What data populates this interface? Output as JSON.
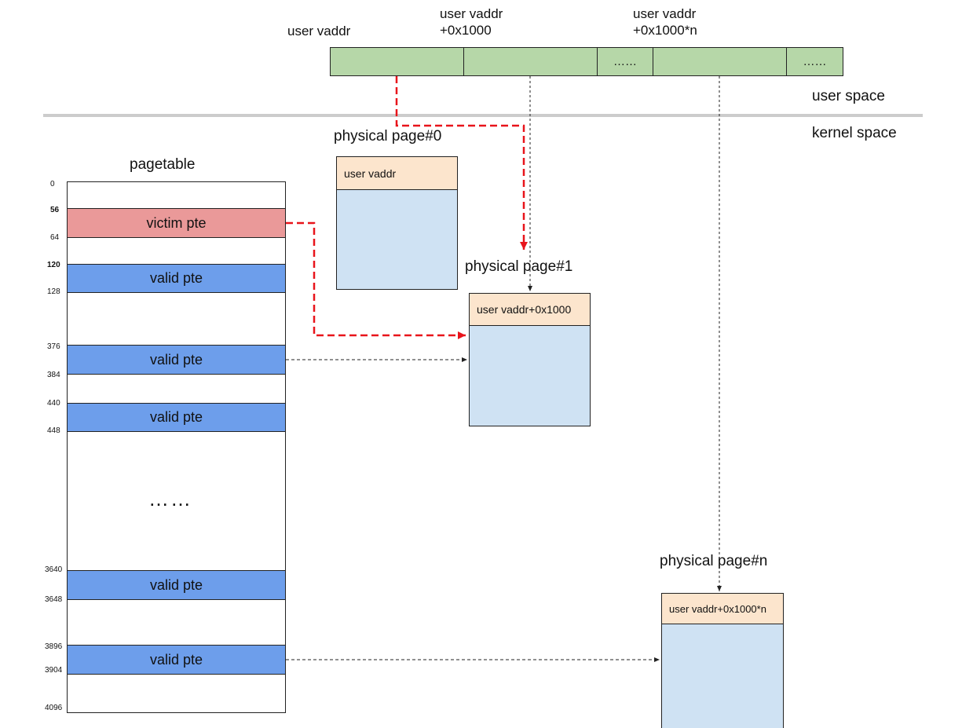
{
  "user_strip": {
    "label_base": "user vaddr",
    "label_page1_line1": "user vaddr",
    "label_page1_line2": "+0x1000",
    "label_pagen_line1": "user vaddr",
    "label_pagen_line2": "+0x1000*n",
    "ellipsis_1": "……",
    "ellipsis_2": "……"
  },
  "regions": {
    "user_space": "user space",
    "kernel_space": "kernel space"
  },
  "pagetable": {
    "title": "pagetable",
    "offsets": {
      "o0": "0",
      "o56": "56",
      "o64": "64",
      "o120": "120",
      "o128": "128",
      "o376": "376",
      "o384": "384",
      "o440": "440",
      "o448": "448",
      "o3640": "3640",
      "o3648": "3648",
      "o3896": "3896",
      "o3904": "3904",
      "o4096": "4096"
    },
    "victim_label": "victim pte",
    "valid_label": "valid pte",
    "ellipsis": "……"
  },
  "physical_pages": [
    {
      "title": "physical  page#0",
      "header": "user vaddr"
    },
    {
      "title": "physical  page#1",
      "header": "user vaddr+0x1000"
    },
    {
      "title": "physical  page#n",
      "header": "user vaddr+0x1000*n"
    }
  ],
  "colors": {
    "user_strip": "#b6d7a8",
    "victim_pte": "#ea9999",
    "valid_pte": "#6d9eeb",
    "page_header": "#fce5cd",
    "page_body": "#cfe2f3",
    "red_arrow": "#e8141b",
    "divider": "#cccccc"
  }
}
